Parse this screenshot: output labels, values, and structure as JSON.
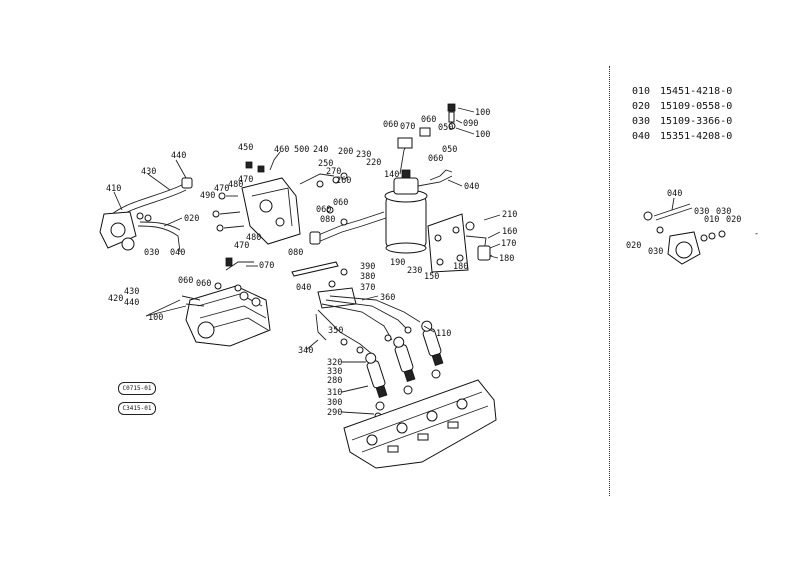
{
  "legend": [
    {
      "code": "010",
      "part": "15451-4218-0"
    },
    {
      "code": "020",
      "part": "15109-0558-0"
    },
    {
      "code": "030",
      "part": "15109-3366-0"
    },
    {
      "code": "040",
      "part": "15351-4208-0"
    }
  ],
  "stamps": [
    "C0715-01",
    "C3415-01"
  ],
  "callouts": [
    {
      "t": "100"
    },
    {
      "t": "090"
    },
    {
      "t": "100"
    },
    {
      "t": "060"
    },
    {
      "t": "050"
    },
    {
      "t": "060"
    },
    {
      "t": "070"
    },
    {
      "t": "060"
    },
    {
      "t": "050"
    },
    {
      "t": "040"
    },
    {
      "t": "200"
    },
    {
      "t": "230"
    },
    {
      "t": "220"
    },
    {
      "t": "140"
    },
    {
      "t": "450"
    },
    {
      "t": "460"
    },
    {
      "t": "500"
    },
    {
      "t": "240"
    },
    {
      "t": "250"
    },
    {
      "t": "270"
    },
    {
      "t": "260"
    },
    {
      "t": "430"
    },
    {
      "t": "440"
    },
    {
      "t": "410"
    },
    {
      "t": "470"
    },
    {
      "t": "480"
    },
    {
      "t": "490"
    },
    {
      "t": "470"
    },
    {
      "t": "480"
    },
    {
      "t": "470"
    },
    {
      "t": "020"
    },
    {
      "t": "030"
    },
    {
      "t": "040"
    },
    {
      "t": "060"
    },
    {
      "t": "080"
    },
    {
      "t": "060"
    },
    {
      "t": "210"
    },
    {
      "t": "160"
    },
    {
      "t": "170"
    },
    {
      "t": "180"
    },
    {
      "t": "180"
    },
    {
      "t": "190"
    },
    {
      "t": "230"
    },
    {
      "t": "150"
    },
    {
      "t": "080"
    },
    {
      "t": "040"
    },
    {
      "t": "390"
    },
    {
      "t": "380"
    },
    {
      "t": "370"
    },
    {
      "t": "070"
    },
    {
      "t": "060"
    },
    {
      "t": "060"
    },
    {
      "t": "420"
    },
    {
      "t": "430"
    },
    {
      "t": "440"
    },
    {
      "t": "100"
    },
    {
      "t": "360"
    },
    {
      "t": "350"
    },
    {
      "t": "340"
    },
    {
      "t": "110"
    },
    {
      "t": "320"
    },
    {
      "t": "330"
    },
    {
      "t": "280"
    },
    {
      "t": "310"
    },
    {
      "t": "300"
    },
    {
      "t": "290"
    },
    {
      "t": "040"
    },
    {
      "t": "020"
    },
    {
      "t": "030"
    },
    {
      "t": "030"
    },
    {
      "t": "010"
    },
    {
      "t": "030"
    },
    {
      "t": "020"
    }
  ]
}
